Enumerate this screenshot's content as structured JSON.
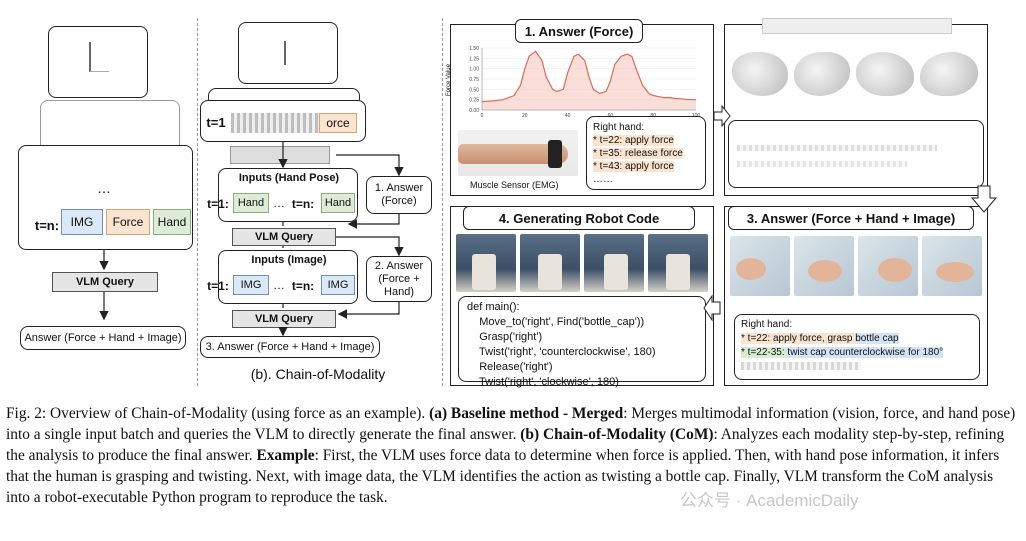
{
  "panel_a": {
    "ellipsis": "…",
    "t_label": "t=n:",
    "img": "IMG",
    "force": "Force",
    "hand": "Hand",
    "query": "VLM Query",
    "answer": "Answer (Force + Hand + Image)"
  },
  "panel_b": {
    "t1_label": "t=1",
    "t1_tail": "orce",
    "inputs_hand": "Inputs (Hand Pose)",
    "t1_colon": "t=1:",
    "tn_colon": "t=n:",
    "hand": "Hand",
    "ellipsis": "…",
    "query": "VLM Query",
    "inputs_image": "Inputs (Image)",
    "img": "IMG",
    "answer1": "1. Answer (Force)",
    "answer2": "2. Answer (Force + Hand)",
    "answer3": "3. Answer (Force + Hand + Image)",
    "label": "(b). Chain-of-Modality"
  },
  "example": {
    "title1": "1. Answer (Force)",
    "y_axis": "Force Value",
    "yticks": [
      "1.50",
      "1.25",
      "1.00",
      "0.75",
      "0.50",
      "0.25",
      "0.00"
    ],
    "xticks": [
      "0",
      "20",
      "40",
      "60",
      "80",
      "100"
    ],
    "sensor_label": "Muscle Sensor (EMG)",
    "force_box": {
      "head": "Right hand:",
      "l1": "* t=22: apply force",
      "l2": "* t=35: release force",
      "l3": "* t=43: apply force",
      "l4": "……"
    },
    "title3": "3. Answer (Force + Hand + Image)",
    "image_box": {
      "head": "Right hand:",
      "l1a": "* t=22: apply force, grasp ",
      "l1b": "bottle cap",
      "l2a": "* t=22-35: ",
      "l2b": "twist cap counterclockwise for 180°"
    },
    "title4": "4. Generating Robot Code",
    "code": {
      "l1": "def main():",
      "l2": "    Move_to('right', Find('bottle_cap'))",
      "l3": "    Grasp('right')",
      "l4": "    Twist('right', 'counterclockwise', 180)",
      "l5": "    Release('right')",
      "l6": "    Twist('right', 'clockwise', 180)"
    }
  },
  "caption": {
    "p1": "Fig. 2: Overview of Chain-of-Modality (using force as an example). ",
    "b1": "(a) Baseline method - Merged",
    "p2": ": Merges multimodal information (vision, force, and hand pose) into a single input batch and queries the VLM to directly generate the final answer. ",
    "b2": "(b) Chain-of-Modality (CoM)",
    "p3": ": Analyzes each modality step-by-step, refining the analysis to produce the final answer. ",
    "b3": "Example",
    "p4": ": First, the VLM uses force data to determine when force is applied. Then, with hand pose information, it infers that the human is grasping and twisting. Next, with image data, the VLM identifies the action as twisting a bottle cap. Finally, VLM transform the CoM analysis into a robot-executable Python program to reproduce the task."
  },
  "watermark": "公众号 · AcademicDaily",
  "chart_data": {
    "type": "line",
    "yticks": [
      1.5,
      1.25,
      1.0,
      0.75,
      0.5,
      0.25,
      0.0
    ],
    "xticks": [
      0,
      20,
      40,
      60,
      80,
      100
    ],
    "ylabel": "Force Value",
    "xlim": [
      0,
      100
    ],
    "ylim": [
      0,
      1.5
    ],
    "x": [
      0,
      5,
      10,
      15,
      18,
      20,
      22,
      25,
      28,
      30,
      33,
      35,
      38,
      40,
      43,
      45,
      48,
      50,
      52,
      55,
      58,
      60,
      62,
      65,
      68,
      70,
      72,
      75,
      78,
      80,
      83,
      85,
      88,
      90,
      93,
      95,
      100
    ],
    "y": [
      0.2,
      0.22,
      0.25,
      0.35,
      0.6,
      1.0,
      1.3,
      1.42,
      1.2,
      0.8,
      0.5,
      0.45,
      0.5,
      0.9,
      1.3,
      1.35,
      1.2,
      0.8,
      0.5,
      0.4,
      0.45,
      0.7,
      1.1,
      1.3,
      1.35,
      1.3,
      1.0,
      0.6,
      0.4,
      0.35,
      0.32,
      0.3,
      0.3,
      0.28,
      0.27,
      0.26,
      0.25
    ]
  }
}
